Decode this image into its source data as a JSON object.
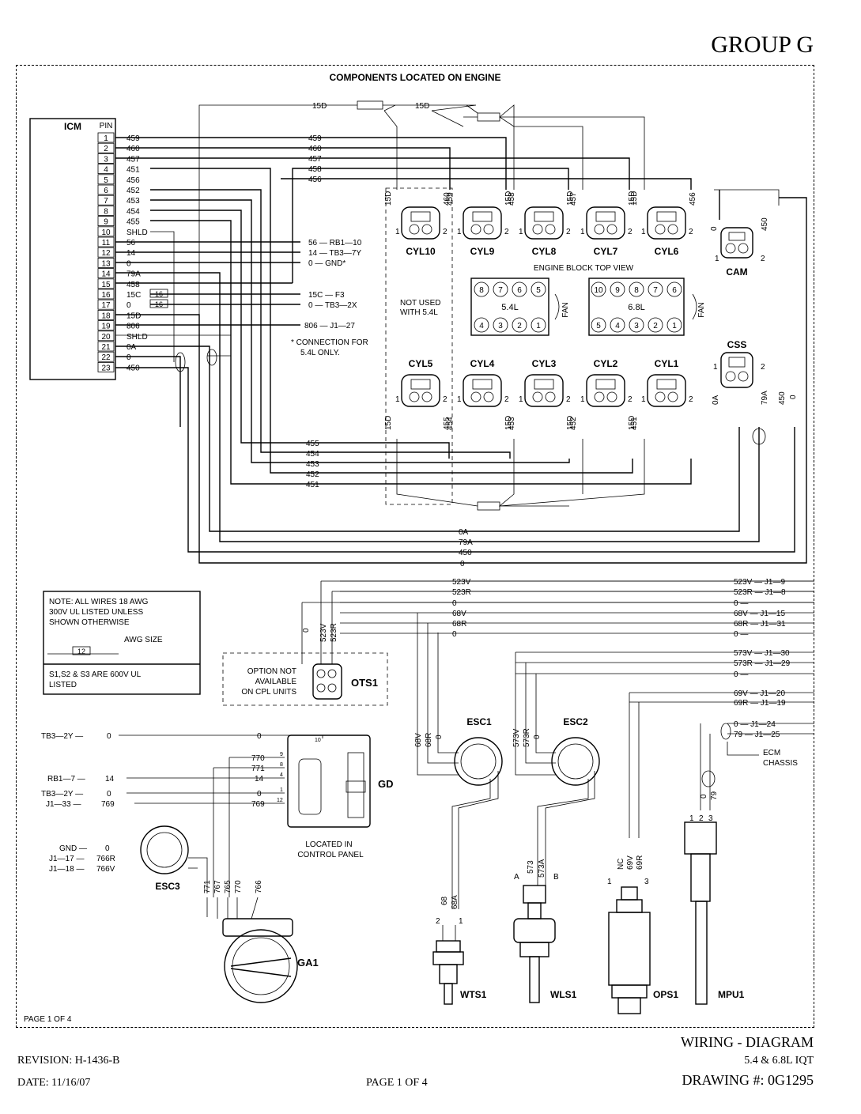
{
  "header": {
    "group_label": "GROUP G"
  },
  "diagram_title": "COMPONENTS LOCATED ON ENGINE",
  "icm": {
    "label": "ICM",
    "pin_header": "PIN",
    "pins": [
      {
        "pin": "1",
        "wire": "459"
      },
      {
        "pin": "2",
        "wire": "460"
      },
      {
        "pin": "3",
        "wire": "457"
      },
      {
        "pin": "4",
        "wire": "451"
      },
      {
        "pin": "5",
        "wire": "456"
      },
      {
        "pin": "6",
        "wire": "452"
      },
      {
        "pin": "7",
        "wire": "453"
      },
      {
        "pin": "8",
        "wire": "454"
      },
      {
        "pin": "9",
        "wire": "455"
      },
      {
        "pin": "10",
        "wire": "SHLD"
      },
      {
        "pin": "11",
        "wire": "56"
      },
      {
        "pin": "12",
        "wire": "14"
      },
      {
        "pin": "13",
        "wire": "0"
      },
      {
        "pin": "14",
        "wire": "79A"
      },
      {
        "pin": "15",
        "wire": "458"
      },
      {
        "pin": "16",
        "wire": "15C"
      },
      {
        "pin": "17",
        "wire": "0"
      },
      {
        "pin": "18",
        "wire": "15D"
      },
      {
        "pin": "19",
        "wire": "806"
      },
      {
        "pin": "20",
        "wire": "SHLD"
      },
      {
        "pin": "21",
        "wire": "0A"
      },
      {
        "pin": "22",
        "wire": "0"
      },
      {
        "pin": "23",
        "wire": "450"
      }
    ],
    "fuse_label": "16"
  },
  "icm_destinations": [
    "56 — RB1—10",
    "14 — TB3—7Y",
    "0 — GND*",
    "15C — F3",
    "0 — TB3—2X",
    "806 — J1—27"
  ],
  "connection_note": [
    "* CONNECTION FOR",
    "5.4L ONLY."
  ],
  "top_wires": {
    "fed": "15D",
    "w1": "459",
    "w2": "460",
    "w3": "457",
    "w4": "458",
    "w5": "456"
  },
  "coils_top": [
    {
      "name": "CYL10",
      "wire_a": "15D",
      "wire_b": "460"
    },
    {
      "name": "CYL9",
      "wire_a": "459",
      "wire_b": "15D"
    },
    {
      "name": "CYL8",
      "wire_a": "458",
      "wire_b": "15D"
    },
    {
      "name": "CYL7",
      "wire_a": "457",
      "wire_b": "15D"
    },
    {
      "name": "CYL6",
      "wire_a": "15D",
      "wire_b": "456"
    }
  ],
  "coils_bottom": [
    {
      "name": "CYL5",
      "wire_a": "15D",
      "wire_b": "455"
    },
    {
      "name": "CYL4",
      "wire_a": "454",
      "wire_b": "15D"
    },
    {
      "name": "CYL3",
      "wire_a": "453",
      "wire_b": "15D"
    },
    {
      "name": "CYL2",
      "wire_a": "452",
      "wire_b": "15D"
    },
    {
      "name": "CYL1",
      "wire_a": "451",
      "wire_b": ""
    }
  ],
  "engine_block": {
    "title": "ENGINE BLOCK TOP VIEW",
    "left": {
      "label": "5.4L",
      "top": [
        "8",
        "7",
        "6",
        "5"
      ],
      "bottom": [
        "4",
        "3",
        "2",
        "1"
      ]
    },
    "right": {
      "label": "6.8L",
      "top": [
        "10",
        "9",
        "8",
        "7",
        "6"
      ],
      "bottom": [
        "5",
        "4",
        "3",
        "2",
        "1"
      ]
    },
    "fan_label": "FAN",
    "not_used": [
      "NOT USED",
      "WITH 5.4L"
    ]
  },
  "cam": {
    "label": "CAM",
    "wire_a": "0",
    "wire_b": "450"
  },
  "css": {
    "label": "CSS",
    "wire_a": "0A",
    "wire_b": "79A",
    "wire_c": "450",
    "wire_d": "0"
  },
  "pin_numbers": {
    "one": "1",
    "two": "2",
    "three": "3"
  },
  "bottom_bus": [
    "455",
    "454",
    "453",
    "452",
    "451"
  ],
  "return_bus": [
    "0A",
    "79A",
    "450",
    "0"
  ],
  "sensor_wires": [
    {
      "label": "523V",
      "dest": "523V — J1—9"
    },
    {
      "label": "523R",
      "dest": "523R — J1—8"
    },
    {
      "label": "0",
      "dest": "0 —"
    },
    {
      "label": "68V",
      "dest": "68V — J1—15"
    },
    {
      "label": "68R",
      "dest": "68R — J1—31"
    },
    {
      "label": "0",
      "dest": "0 —"
    },
    {
      "label": "",
      "dest": "573V — J1—30"
    },
    {
      "label": "",
      "dest": "573R — J1—29"
    },
    {
      "label": "",
      "dest": "0 —"
    },
    {
      "label": "",
      "dest": "69V — J1—20"
    },
    {
      "label": "",
      "dest": "69R — J1—19"
    },
    {
      "label": "",
      "dest": "0 — J1—24"
    },
    {
      "label": "",
      "dest": "79 — J1—25"
    }
  ],
  "ecm_chassis": [
    "ECM",
    "CHASSIS"
  ],
  "note_box": {
    "lines": [
      "NOTE: ALL WIRES 18 AWG",
      "300V UL LISTED UNLESS",
      "SHOWN OTHERWISE"
    ],
    "awg_label": "AWG SIZE",
    "awg_value": "12",
    "footer": [
      "S1,S2 & S3 ARE 600V UL",
      "LISTED"
    ]
  },
  "ots1": {
    "label": "OTS1",
    "option": [
      "OPTION NOT",
      "AVAILABLE",
      "ON CPL UNITS"
    ],
    "wires": [
      "0",
      "523V",
      "523R"
    ]
  },
  "gd": {
    "label": "GD",
    "located": [
      "LOCATED IN",
      "CONTROL PANEL"
    ],
    "inputs": [
      {
        "src": "TB3—2Y —",
        "wire": "0"
      },
      {
        "src": "RB1—7 —",
        "wire": "14"
      },
      {
        "src": "TB3—2Y —",
        "wire": "0"
      },
      {
        "src": "J1—33 —",
        "wire": "769"
      }
    ],
    "wires": [
      "770",
      "771",
      "14",
      "0",
      "769"
    ],
    "pins": [
      "10",
      "9",
      "8",
      "4",
      "1",
      "12"
    ]
  },
  "esc1": {
    "label": "ESC1",
    "wires": [
      "68V",
      "68R",
      "0"
    ]
  },
  "esc2": {
    "label": "ESC2",
    "wires": [
      "573V",
      "573R",
      "0"
    ]
  },
  "esc3": {
    "label": "ESC3",
    "inputs": [
      {
        "src": "GND —",
        "wire": "0"
      },
      {
        "src": "J1—17 —",
        "wire": "766R"
      },
      {
        "src": "J1—18 —",
        "wire": "766V"
      }
    ]
  },
  "ga1": {
    "label": "GA1",
    "wires": [
      "771",
      "767",
      "765",
      "770",
      "766"
    ]
  },
  "wts1": {
    "label": "WTS1",
    "wires": [
      "68",
      "68A"
    ]
  },
  "wls1": {
    "label": "WLS1",
    "wires": [
      "573",
      "573A"
    ],
    "terminals": [
      "A",
      "B"
    ]
  },
  "ops1": {
    "label": "OPS1",
    "wires": [
      "NC",
      "69V",
      "69R"
    ]
  },
  "mpu1": {
    "label": "MPU1",
    "wires": [
      "0",
      "79"
    ]
  },
  "page_marker": "PAGE 1 OF 4",
  "footer": {
    "title": "WIRING - DIAGRAM",
    "subtitle": "5.4 & 6.8L IQT",
    "revision": "REVISION: H-1436-B",
    "date": "DATE: 11/16/07",
    "page": "PAGE 1 OF 4",
    "drawing": "DRAWING #: 0G1295"
  }
}
